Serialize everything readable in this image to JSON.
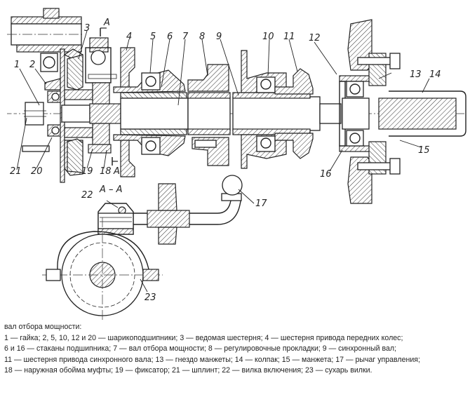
{
  "diagram": {
    "section_label": "А – А",
    "section_marker": "А",
    "part_labels": [
      "1",
      "2",
      "3",
      "4",
      "5",
      "6",
      "7",
      "8",
      "9",
      "10",
      "11",
      "12",
      "13",
      "14",
      "15",
      "16",
      "17",
      "18",
      "19",
      "20",
      "21",
      "22",
      "23"
    ]
  },
  "caption": {
    "title": "вал отбора мощности:",
    "lines": [
      "1 — гайка; 2, 5, 10, 12 и 20 — шарикоподшипники; 3 — ведомая шестерня; 4 — шестерня привода передних колес;",
      " 6 и 16 — стаканы подшипника; 7 — вал отбора мощности; 8 — регулировочные прокладки; 9 — синхронный вал;",
      "11 — шестерня привода синхронного вала; 13 — гнездо манжеты; 14 — колпак; 15 — манжета; 17 — рычаг управления;",
      "18 — наружная обойма муфты; 19 — фиксатор; 21 — шплинт; 22 — вилка включения; 23 — сухарь вилки."
    ]
  }
}
